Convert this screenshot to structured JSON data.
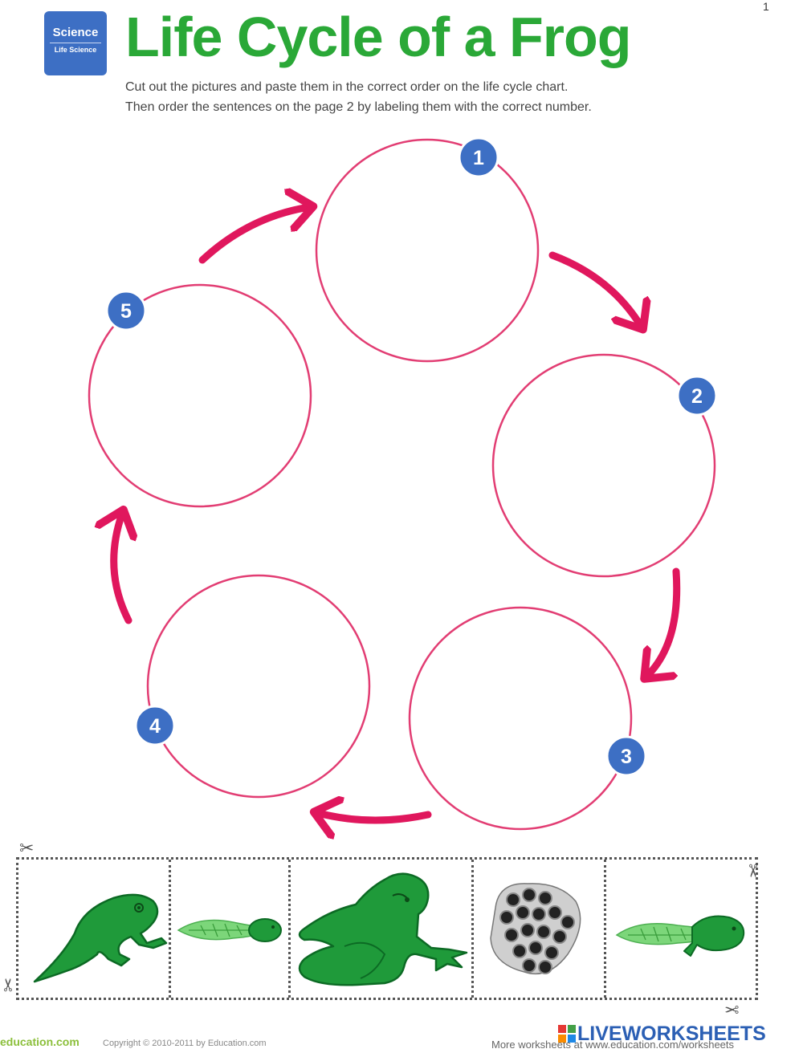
{
  "badge": {
    "subject": "Science",
    "topic": "Life Science"
  },
  "title": "Life Cycle of a Frog",
  "page_number": "1",
  "instructions": [
    "Cut out the pictures and paste them in the correct order on the life cycle chart.",
    "Then order the sentences on the page 2 by labeling them with the correct number."
  ],
  "cycle": {
    "stages": [
      {
        "number": "1"
      },
      {
        "number": "2"
      },
      {
        "number": "3"
      },
      {
        "number": "4"
      },
      {
        "number": "5"
      }
    ]
  },
  "cutouts": [
    {
      "icon": "froglet-icon"
    },
    {
      "icon": "tadpole-icon"
    },
    {
      "icon": "adult-frog-icon"
    },
    {
      "icon": "frog-eggs-icon"
    },
    {
      "icon": "tadpole-with-legs-icon"
    }
  ],
  "footer": {
    "logo": "education.com",
    "copyright": "Copyright © 2010-2011 by Education.com",
    "more": "More worksheets at www.education.com/worksheets",
    "watermark": "LIVEWORKSHEETS"
  },
  "colors": {
    "title_green": "#2aa837",
    "circle_pink": "#e23d73",
    "arrow_pink": "#e0175d",
    "badge_blue": "#3d6fc4",
    "frog_green": "#1f9a3a"
  }
}
